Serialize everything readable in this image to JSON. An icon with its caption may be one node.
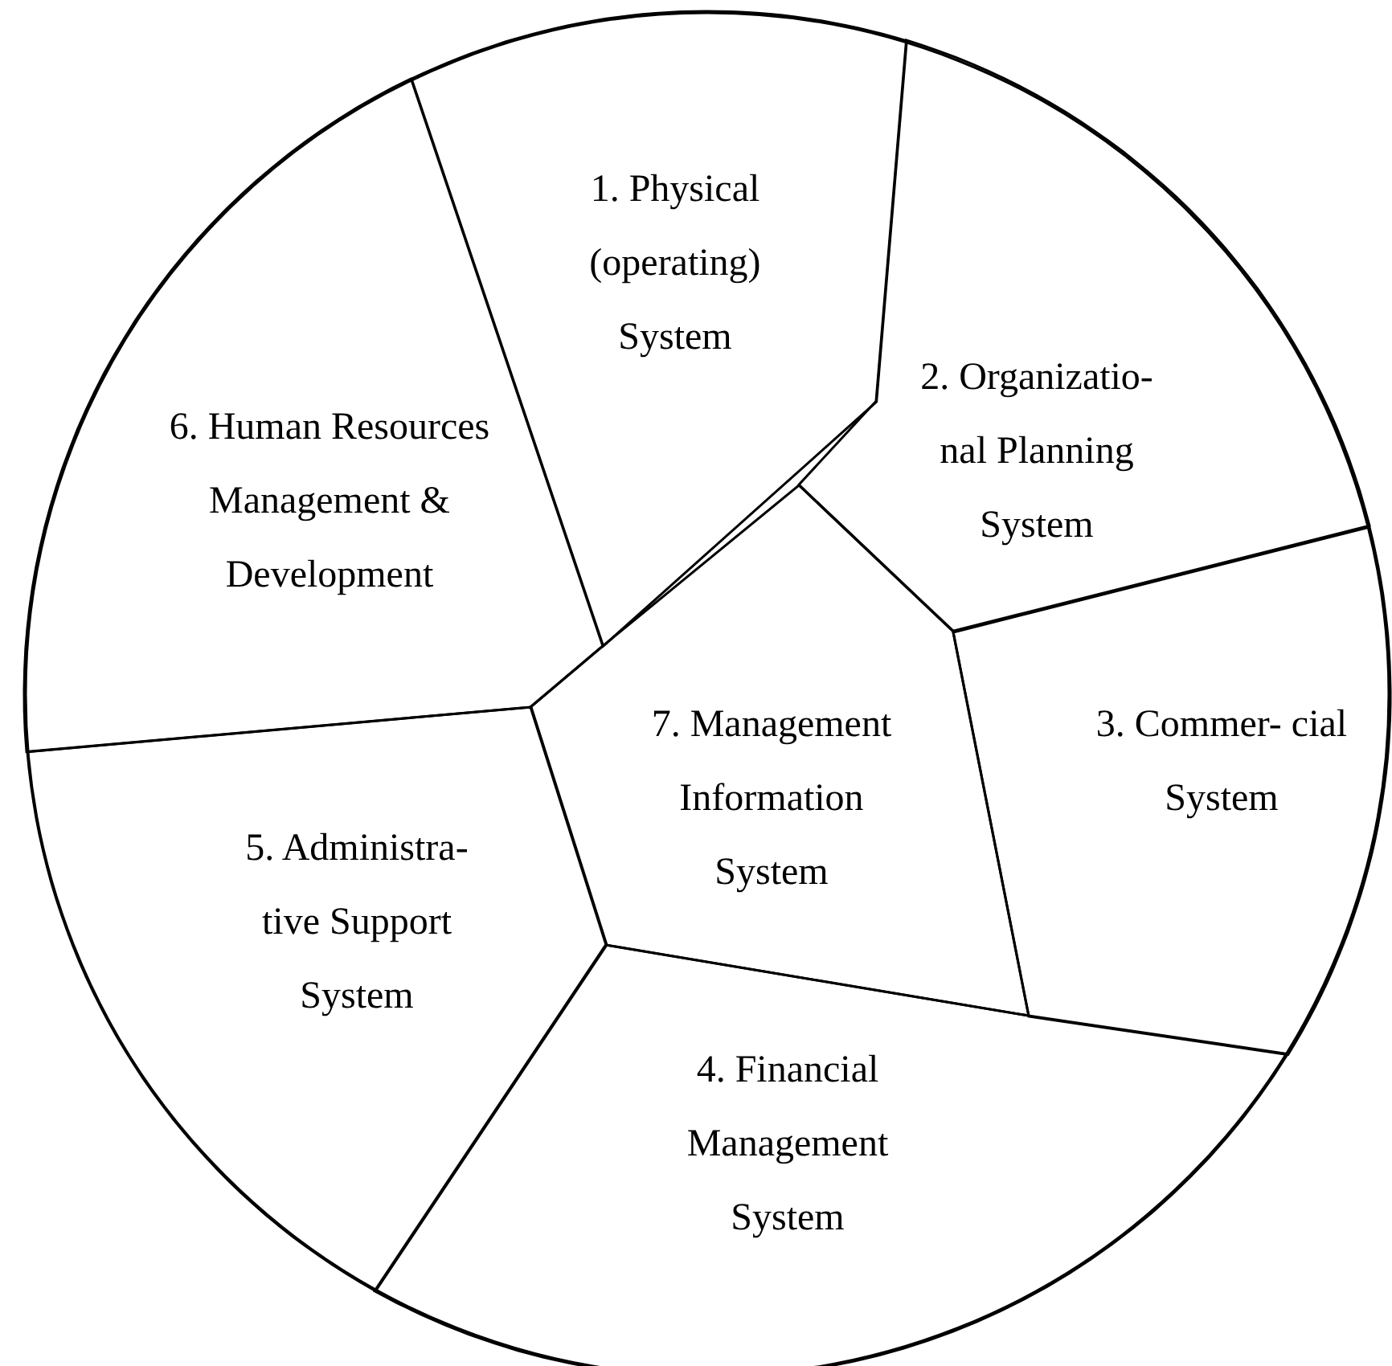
{
  "diagram": {
    "nodes": [
      {
        "text": [],
        "shape": "circle"
      },
      {
        "text": [
          "1. Physical (operating) System"
        ],
        "in": 0
      },
      {
        "text": [
          "2. Organizatio- nal Planning System"
        ],
        "in": 0
      },
      {
        "text": [
          "3. Commer- cial System"
        ],
        "in": 0
      },
      {
        "text": [
          "4. Financial Management System"
        ],
        "in": 0
      },
      {
        "text": [
          "5. Administra- tive Support System"
        ],
        "in": 0
      },
      {
        "text": [
          "6. Human Resources Management & Development"
        ],
        "in": 0
      },
      {
        "text": [
          "7. Management Information System"
        ],
        "in": 0
      }
    ]
  }
}
